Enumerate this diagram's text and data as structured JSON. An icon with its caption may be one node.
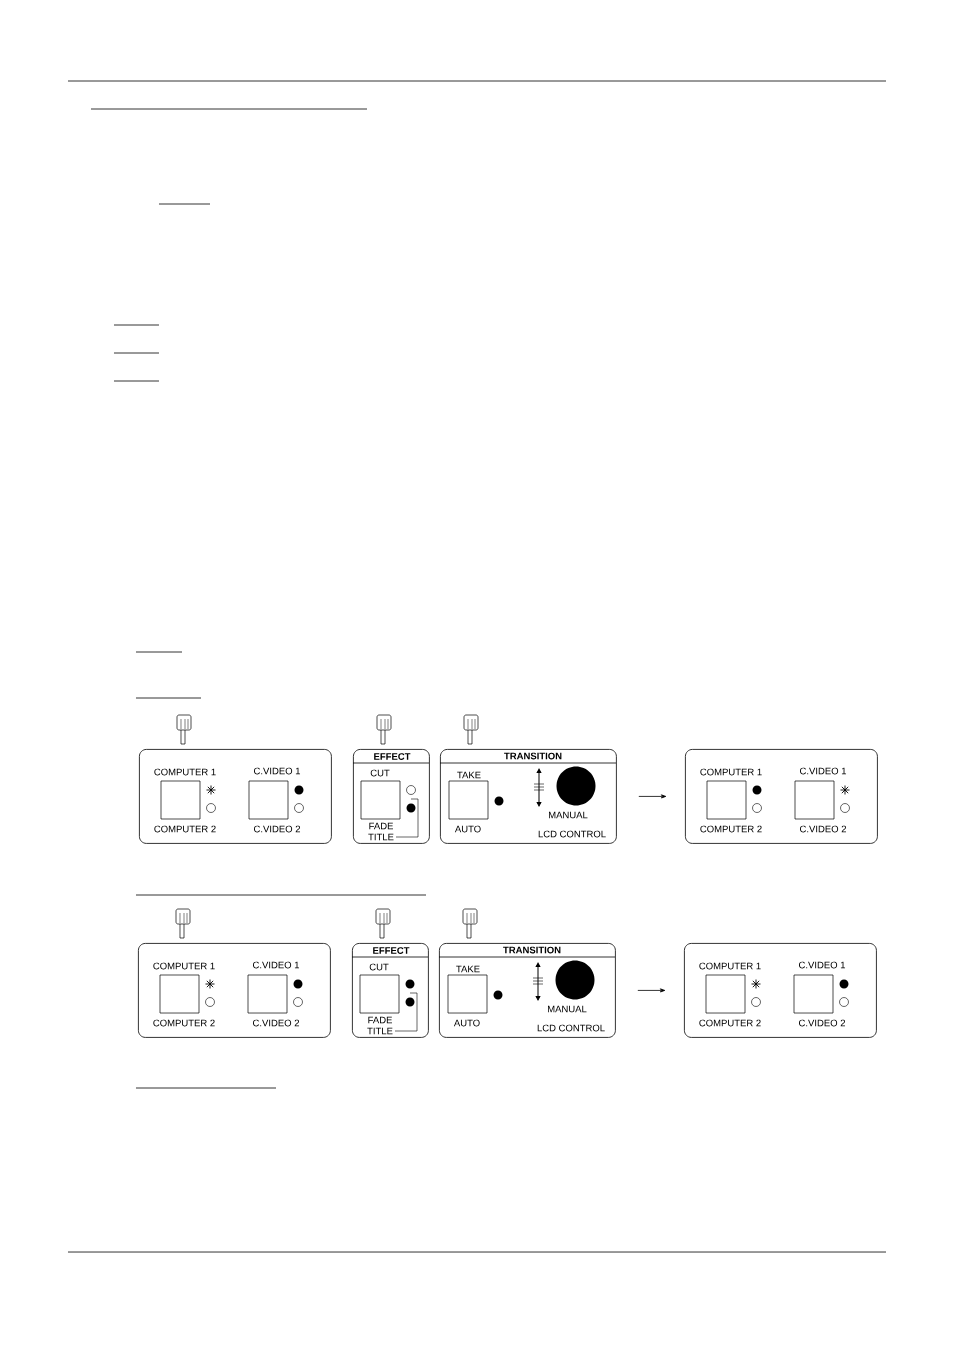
{
  "diagram": {
    "nodes": [
      {
        "text": [
          "COMPUTER 1",
          "C.VIDEO 1",
          "COMPUTER 2",
          "C.VIDEO 2"
        ]
      },
      {
        "text": [
          "EFFECT",
          "CUT",
          "FADE",
          "TITLE"
        ]
      },
      {
        "text": [
          "TRANSITION",
          "TAKE",
          "AUTO",
          "MANUAL",
          "LCD CONTROL"
        ]
      },
      {
        "text": [
          "COMPUTER 1",
          "C.VIDEO 1",
          "COMPUTER 2",
          "C.VIDEO 2"
        ]
      },
      {
        "text": [
          "COMPUTER 1",
          "C.VIDEO 1",
          "COMPUTER 2",
          "C.VIDEO 2"
        ]
      },
      {
        "text": [
          "EFFECT",
          "CUT",
          "FADE",
          "TITLE"
        ]
      },
      {
        "text": [
          "TRANSITION",
          "TAKE",
          "AUTO",
          "MANUAL",
          "LCD CONTROL"
        ]
      },
      {
        "text": [
          "COMPUTER 1",
          "C.VIDEO 1",
          "COMPUTER 2",
          "C.VIDEO 2"
        ]
      }
    ],
    "edges": [
      {
        "from": 2,
        "to": 3,
        "arrow": "to"
      },
      {
        "from": 6,
        "to": 7,
        "arrow": "to"
      }
    ]
  }
}
